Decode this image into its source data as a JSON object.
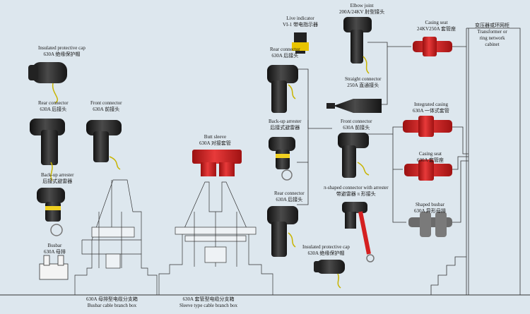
{
  "colors": {
    "background": "#dde7ee",
    "rubber_black": "#2a2a2a",
    "rubber_red": "#d42020",
    "arrester_band": "#f0d020",
    "line": "#333333"
  },
  "labels": {
    "insulated_cap_left": {
      "en": "Insulated protective cap",
      "cn": "630A 绝缘保护帽"
    },
    "rear_connector_left": {
      "en": "Rear connector",
      "cn": "630A 后接头"
    },
    "front_connector_left": {
      "en": "Front connector",
      "cn": "630A 前接头"
    },
    "backup_arrester_left": {
      "en": "Back-up arrester",
      "cn": "后接式避雷器"
    },
    "busbar_left": {
      "en": "Busbar",
      "cn": "630A 母排"
    },
    "busbar_branch_box": {
      "cn": "630A 母排型电缆分支箱",
      "en": "Busbar cable branch box"
    },
    "butt_sleeve": {
      "en": "Butt sleeve",
      "cn": "630A 对接套管"
    },
    "sleeve_branch_box": {
      "cn": "630A 套管型电缆分支箱",
      "en": "Sleeve type cable branch box"
    },
    "live_indicator": {
      "en": "Live indicator",
      "cn": "VI-1 带电指示器"
    },
    "elbow_joint": {
      "en": "Elbow joint",
      "cn": "200A/24KV 肘型接头"
    },
    "rear_connector_mid": {
      "en": "Rear connector",
      "cn": "630A 后接头"
    },
    "straight_connector": {
      "en": "Straight connector",
      "cn": "250A 直通接头"
    },
    "backup_arrester_mid": {
      "en": "Back-up arrester",
      "cn": "后接式避雷器"
    },
    "front_connector_mid": {
      "en": "Front connector",
      "cn": "630A 前接头"
    },
    "rear_connector_low": {
      "en": "Rear connector",
      "cn": "630A 后接头"
    },
    "pi_connector": {
      "en": "π-shaped connector with arrester",
      "cn": "带避雷器 π 形接头"
    },
    "insulated_cap_low": {
      "en": "Insulated protective cap",
      "cn": "630A 绝缘保护帽"
    },
    "casing_seat_top": {
      "en": "Casing seat",
      "cn": "24KV250A 套管座"
    },
    "integrated_casing": {
      "en": "Integrated casing",
      "cn": "630A 一体式套管"
    },
    "casing_seat_mid": {
      "en": "Casing seat",
      "cn": "630A 套管座"
    },
    "shaped_busbar": {
      "en": "Shaped busbar",
      "cn": "630A 异形母排"
    },
    "cabinet": {
      "cn": "变压器或环网柜",
      "en1": "Transformer or",
      "en2": "ring network",
      "en3": "cabinet"
    }
  }
}
